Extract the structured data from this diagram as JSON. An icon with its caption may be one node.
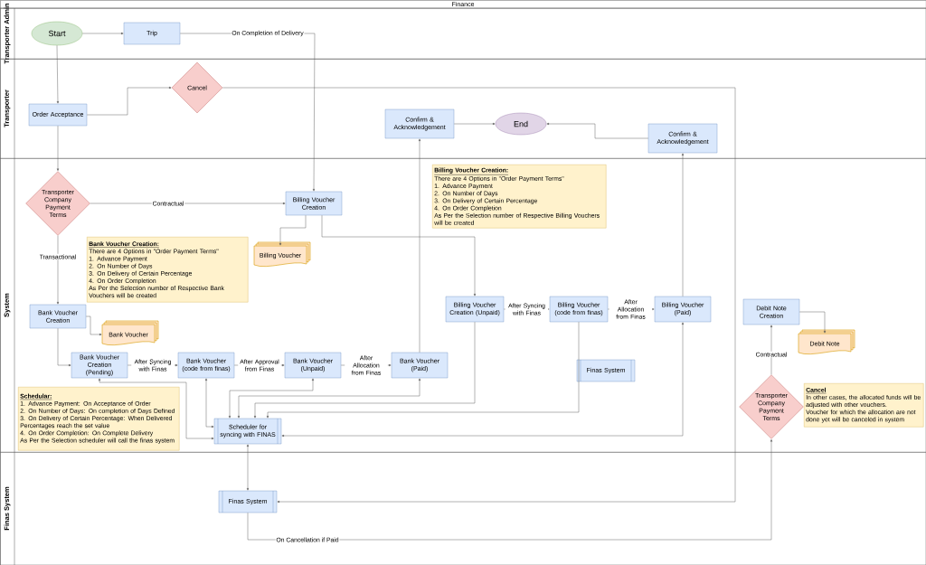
{
  "diagram": {
    "nodes": [
      {
        "text": [
          "Finance"
        ]
      },
      {
        "text": [
          "Transporter Admin"
        ],
        "in": 0
      },
      {
        "text": [
          "Transporter"
        ],
        "in": 0
      },
      {
        "text": [
          "System"
        ],
        "in": 0
      },
      {
        "text": [
          "Finas System"
        ],
        "in": 0
      },
      {
        "text": [
          "Start"
        ],
        "in": 1
      },
      {
        "text": [
          "Trip"
        ],
        "in": 1
      },
      {
        "text": [
          "Order Acceptance"
        ],
        "in": 2
      },
      {
        "text": [
          "Cancel"
        ],
        "in": 2
      },
      {
        "text": [
          "Confirm & Acknowledgement"
        ],
        "in": 2
      },
      {
        "text": [
          "End"
        ],
        "in": 2
      },
      {
        "text": [
          "Confirm & Acknowledgement"
        ],
        "in": 2
      },
      {
        "text": [
          "Transporter Company Payment Terms"
        ],
        "in": 3
      },
      {
        "text": [
          "Billing Voucher Creation"
        ],
        "in": 3
      },
      {
        "text": [
          "Billing Voucher Creation:",
          "There are 4 Options in \"Order Payment Terms\"",
          "1. Advance Payment",
          "2. On Number of Days",
          "3. On Delivery of Certain Percentage",
          "4. On Order Completion",
          "As Per the Selection number of Respective Billing Vouchers will be created"
        ],
        "in": 3
      },
      {
        "text": [
          "Billing Voucher"
        ],
        "in": 3
      },
      {
        "text": [
          "Bank Voucher Creation:",
          "There are 4 Options in \"Order Payment Terms\"",
          "1. Advance Payment",
          "2. On Number of Days",
          "3. On Delivery of Certain Percentage",
          "4. On Order Completion",
          "As Per the Selection number of Respective Bank Vouchers will be created"
        ],
        "in": 3
      },
      {
        "text": [
          "Bank Voucher Creation"
        ],
        "in": 3
      },
      {
        "text": [
          "Bank Voucher"
        ],
        "in": 3
      },
      {
        "text": [
          "Billing Voucher Creation (Unpaid)"
        ],
        "in": 3
      },
      {
        "text": [
          "Billing Voucher (code from finas)"
        ],
        "in": 3
      },
      {
        "text": [
          "Billing Voucher (Paid)"
        ],
        "in": 3
      },
      {
        "text": [
          "Debit Note Creation"
        ],
        "in": 3
      },
      {
        "text": [
          "Debit Note"
        ],
        "in": 3
      },
      {
        "text": [
          "Bank Voucher Creation (Pending)"
        ],
        "in": 3
      },
      {
        "text": [
          "Bank Voucher (code from finas)"
        ],
        "in": 3
      },
      {
        "text": [
          "Bank Voucher (Unpaid)"
        ],
        "in": 3
      },
      {
        "text": [
          "Bank Voucher (Paid)"
        ],
        "in": 3
      },
      {
        "text": [
          "Finas System"
        ],
        "in": 3
      },
      {
        "text": [
          "Schedular:",
          "1. Advance Payment: On Acceptance of Order",
          "2. On Number of Days:  On completion of Days Defined",
          "3. On Delivery of Certain Percentage: When Delivered Percentages reach the set value",
          "4. On Order Completion: On Complete Delivery",
          "As Per the Selection scheduler will call the finas system"
        ],
        "in": 3
      },
      {
        "text": [
          "Scheduler for syncing with FINAS"
        ],
        "in": 3
      },
      {
        "text": [
          "Transporter Company Payment Terms"
        ],
        "in": 3
      },
      {
        "text": [
          "Cancel",
          "In other cases, the allocated funds will be adjusted with other vouchers.",
          "Voucher for which the allocation are not done yet will be canceled in system"
        ],
        "in": 3
      },
      {
        "text": [
          "Finas System"
        ],
        "in": 4
      }
    ],
    "edges": [
      {
        "from": 5,
        "to": 6,
        "arrow": "to"
      },
      {
        "from": 6,
        "to": 13,
        "arrow": "to",
        "label": "On Completion of Delivery"
      },
      {
        "from": 5,
        "to": 7,
        "arrow": "to"
      },
      {
        "from": 7,
        "to": 8,
        "arrow": "to"
      },
      {
        "from": 8,
        "to": 33,
        "arrow": "to"
      },
      {
        "from": 33,
        "to": 31,
        "arrow": "to",
        "label": "On Cancellation if Paid"
      },
      {
        "from": 31,
        "to": 22,
        "arrow": "to",
        "label": "Contractual"
      },
      {
        "from": 22,
        "to": 23,
        "arrow": "to"
      },
      {
        "from": 7,
        "to": 12,
        "arrow": "to"
      },
      {
        "from": 12,
        "to": 13,
        "arrow": "to",
        "label": "Contractual"
      },
      {
        "from": 12,
        "to": 17,
        "arrow": "to",
        "label": "Transactional"
      },
      {
        "from": 13,
        "to": 15,
        "arrow": "to"
      },
      {
        "from": 13,
        "to": 19,
        "arrow": "to"
      },
      {
        "from": 19,
        "to": 20,
        "arrow": "to",
        "label": "After Syncing with Finas"
      },
      {
        "from": 20,
        "to": 21,
        "arrow": "to",
        "label": "After Allocation from Finas"
      },
      {
        "from": 21,
        "to": 11,
        "arrow": "to"
      },
      {
        "from": 11,
        "to": 10,
        "arrow": "to"
      },
      {
        "from": 27,
        "to": 9,
        "arrow": "to"
      },
      {
        "from": 9,
        "to": 10,
        "arrow": "to"
      },
      {
        "from": 17,
        "to": 18,
        "arrow": "to"
      },
      {
        "from": 17,
        "to": 24,
        "arrow": "to"
      },
      {
        "from": 24,
        "to": 25,
        "arrow": "to",
        "label": "After Syncing with Finas"
      },
      {
        "from": 25,
        "to": 26,
        "arrow": "to",
        "label": "After Approval  from Finas"
      },
      {
        "from": 26,
        "to": 27,
        "arrow": "to",
        "label": "After Allocation from Finas"
      },
      {
        "from": 24,
        "to": 30,
        "arrow": "both"
      },
      {
        "from": 25,
        "to": 30,
        "arrow": "both"
      },
      {
        "from": 26,
        "to": 30,
        "arrow": "both"
      },
      {
        "from": 27,
        "to": 30,
        "arrow": "both"
      },
      {
        "from": 19,
        "to": 30,
        "arrow": "to"
      },
      {
        "from": 20,
        "to": 30,
        "arrow": "to"
      },
      {
        "from": 21,
        "to": 30,
        "arrow": "both"
      },
      {
        "from": 30,
        "to": 33,
        "arrow": "both"
      }
    ]
  }
}
